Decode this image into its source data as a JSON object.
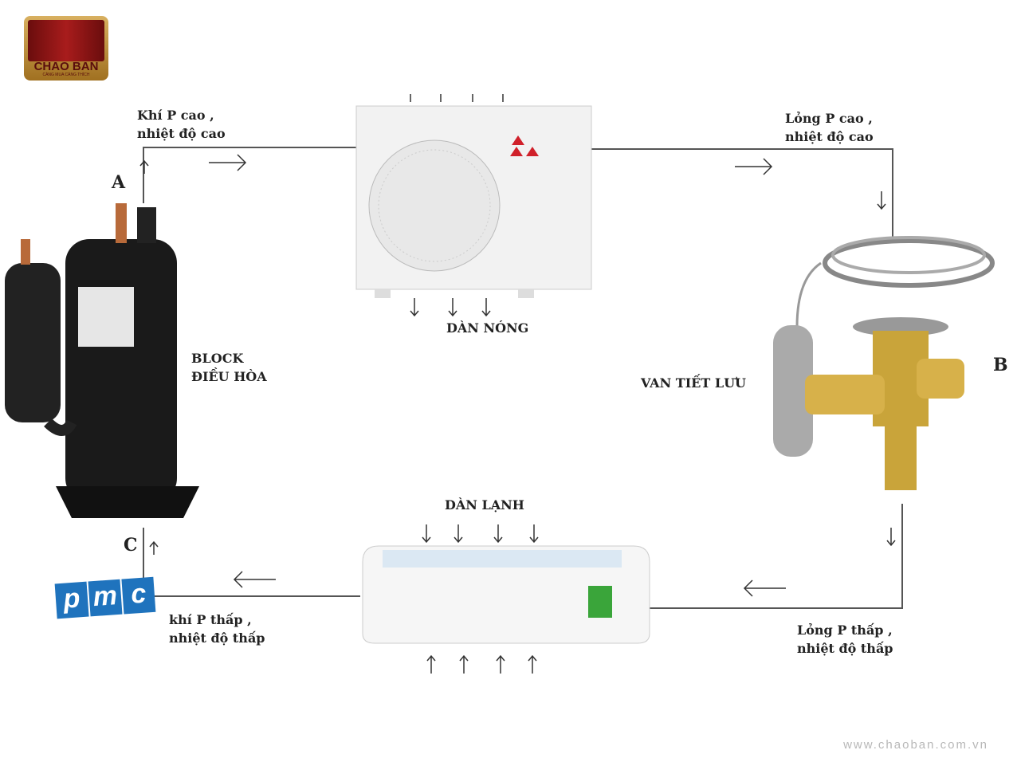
{
  "logo": {
    "name": "CHAO BAN",
    "tagline": "CÀNG MUA CÀNG THÍCH"
  },
  "watermark_logo": "pmc",
  "labels": {
    "point_a": "A",
    "point_b": "B",
    "point_c": "C",
    "high_gas_1": "Khí P cao ,",
    "high_gas_2": "nhiệt độ cao",
    "high_liquid_1": "Lỏng P cao ,",
    "high_liquid_2": "nhiệt độ cao",
    "condenser": "DÀN NÓNG",
    "compressor_1": "BLOCK",
    "compressor_2": "ĐIỀU HÒA",
    "expansion_valve": "VAN TIẾT LƯU",
    "evaporator": "DÀN LẠNH",
    "low_gas_1": "khí P thấp ,",
    "low_gas_2": "nhiệt độ thấp",
    "low_liquid_1": "Lỏng P thấp ,",
    "low_liquid_2": "nhiệt độ thấp"
  },
  "website": "www.chaoban.com.vn"
}
